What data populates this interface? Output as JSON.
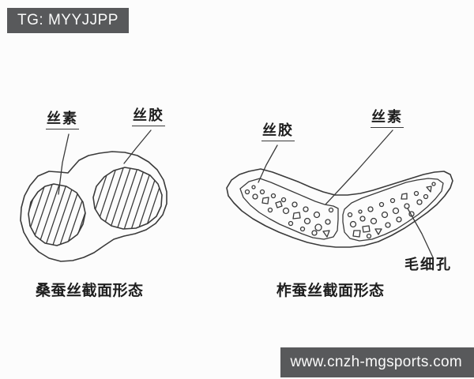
{
  "badge": {
    "text": "TG: MYYJJPP",
    "bg": "#58595b",
    "fg": "#fafafa"
  },
  "watermark": {
    "text": "www.cnzh-mgsports.com",
    "bg": "#58595b",
    "fg": "#fafafa"
  },
  "figures": {
    "mulberry": {
      "caption": "桑蚕丝截面形态",
      "labels": {
        "fibroin": "丝素",
        "sericin": "丝胶"
      }
    },
    "tussah": {
      "caption": "柞蚕丝截面形态",
      "labels": {
        "sericin": "丝胶",
        "fibroin": "丝素",
        "capillary_pore": "毛细孔"
      }
    }
  },
  "colors": {
    "line": "#3a3a3a",
    "background": "#fcfcfc"
  }
}
